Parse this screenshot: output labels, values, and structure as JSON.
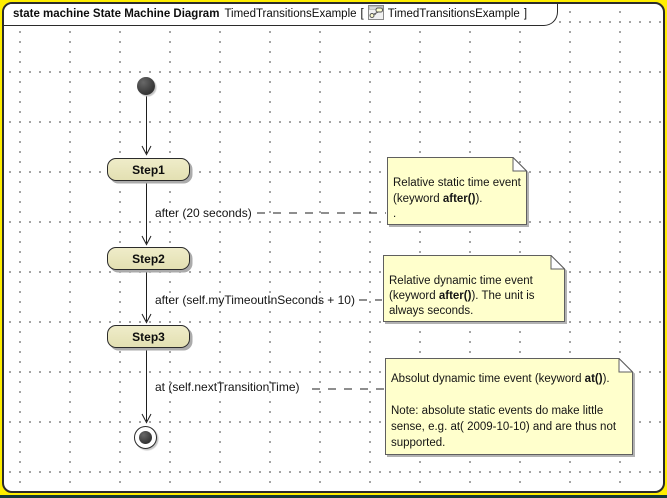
{
  "header": {
    "keyword_and_type": "state machine State Machine Diagram",
    "name": "TimedTransitionsExample",
    "bracket_open": "[",
    "diagram_name": "TimedTransitionsExample",
    "bracket_close": "]"
  },
  "states": [
    {
      "name": "Step1"
    },
    {
      "name": "Step2"
    },
    {
      "name": "Step3"
    }
  ],
  "transitions": [
    {
      "label": "after (20 seconds)"
    },
    {
      "label": "after (self.myTimeoutInSeconds + 10)"
    },
    {
      "label": "at (self.nextTransitionTime)"
    }
  ],
  "notes": [
    {
      "line1": "Relative static time event",
      "line2a": "(keyword ",
      "line2b": "after()",
      "line2c": ").",
      "line3": "."
    },
    {
      "line1": "Relative dynamic time event",
      "line2a": "(keyword ",
      "line2b": "after()",
      "line2c": "). The unit is",
      "line3": "always seconds."
    },
    {
      "line1a": "Absolut dynamic time event (keyword ",
      "line1b": "at()",
      "line1c": ").",
      "line3": "Note: absolute static events do make little",
      "line4": "sense, e.g. at( 2009-10-10) and are thus not",
      "line5": "supported."
    }
  ],
  "icons": {
    "title_icon": "state-machine-diagram-icon"
  },
  "colors": {
    "state_fill": "#e8e5be",
    "note_fill": "#ffffcc",
    "frame_border": "#2b2b2b",
    "outer_highlight_yellow": "#ffee00",
    "bottom_edge_teal": "#143838",
    "grid_dot": "#8a8a8a"
  }
}
